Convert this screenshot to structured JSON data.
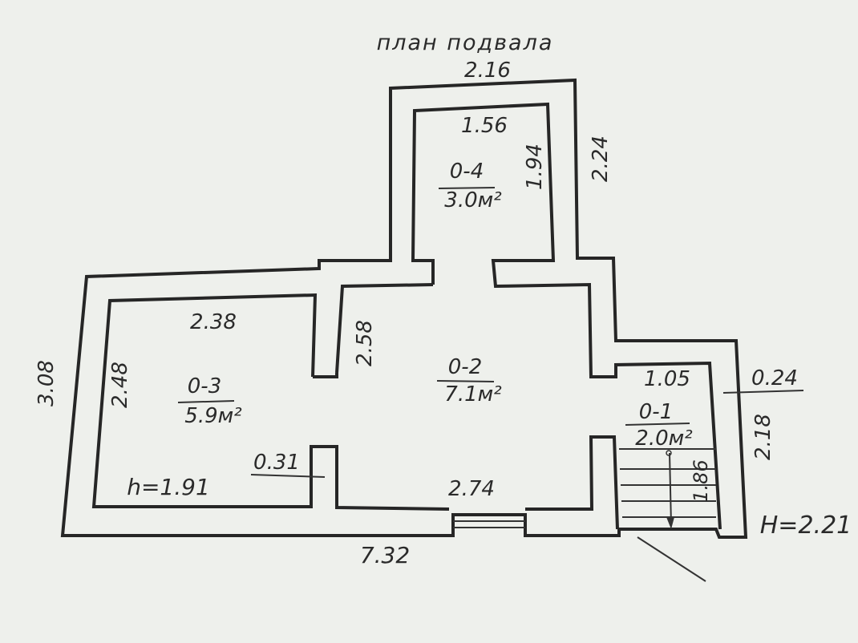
{
  "title": "план подвала",
  "rooms": [
    {
      "id": "0-4",
      "area": "3.0м²"
    },
    {
      "id": "0-2",
      "area": "7.1м²"
    },
    {
      "id": "0-3",
      "area": "5.9м²"
    },
    {
      "id": "0-1",
      "area": "2.0м²"
    }
  ],
  "dimensions": {
    "top_outer": "2.16",
    "room4_width": "1.56",
    "room4_height": "1.94",
    "right_upper": "2.24",
    "left_outer": "3.08",
    "room3_height": "2.48",
    "room3_width": "2.38",
    "partition": "2.58",
    "pier": "0.31",
    "bottom_inner": "2.74",
    "bottom_outer": "7.32",
    "room1_width": "1.05",
    "wall_thickness": "0.24",
    "right_lower": "2.18",
    "stair": "1.86"
  },
  "heights": {
    "room3": "h=1.91",
    "building": "H=2.21"
  }
}
